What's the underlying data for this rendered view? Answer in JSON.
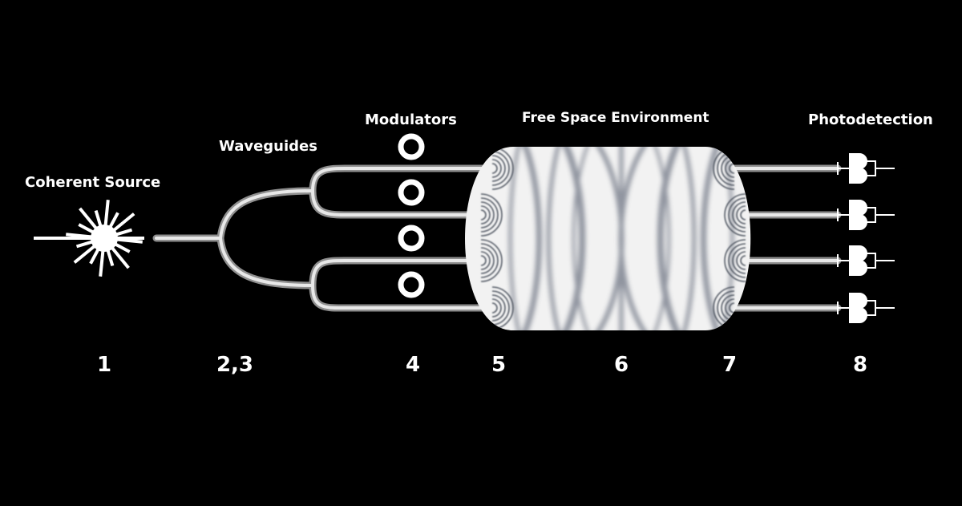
{
  "labels": {
    "coherent_source": "Coherent Source",
    "waveguides": "Waveguides",
    "modulators": "Modulators",
    "free_space": "Free Space Environment",
    "photodetection": "Photodetection"
  },
  "stage_numbers": [
    "1",
    "2,3",
    "4",
    "5",
    "6",
    "7",
    "8"
  ],
  "colors": {
    "background": "#000000",
    "foreground": "#ffffff",
    "waveguide": "#d4d4d4",
    "chamber": "#f2f2f2",
    "wave": "#6f7684"
  },
  "icons": {
    "source": "starburst-icon",
    "modulator": "ring-icon",
    "detector": "photodetector-icon"
  }
}
